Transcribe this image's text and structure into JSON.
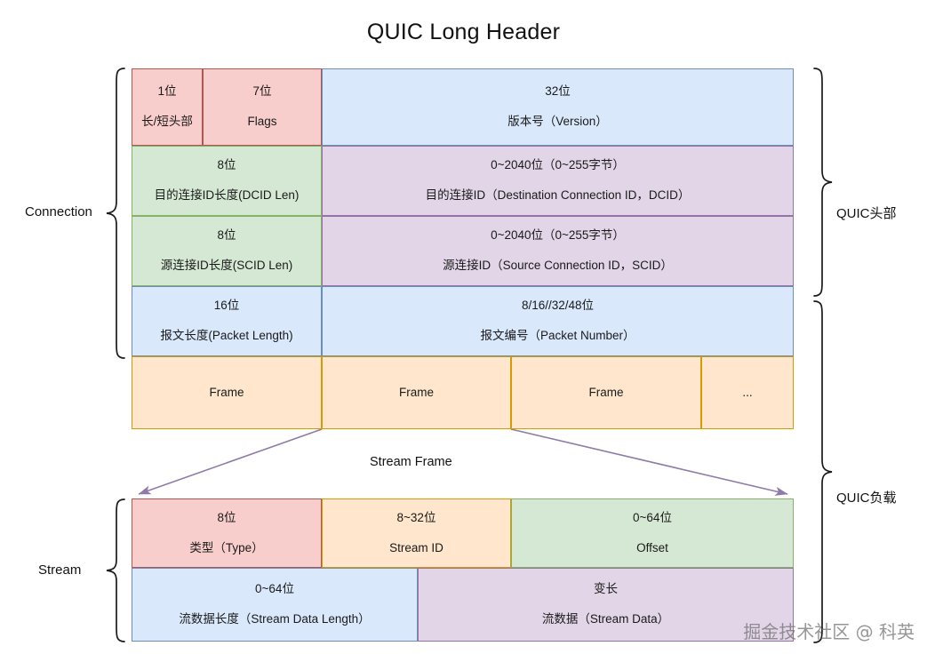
{
  "title": "QUIC Long Header",
  "colors": {
    "red_fill": "#f8cecc",
    "red_stroke": "#b85450",
    "green_fill": "#d5e8d4",
    "green_stroke": "#82b366",
    "blue_fill": "#dae8fc",
    "blue_stroke": "#6c8ebf",
    "purple_fill": "#e1d5e7",
    "purple_stroke": "#9673a6",
    "orange_fill": "#ffe6cc",
    "orange_stroke": "#d79b00",
    "arrow": "#8f7aa8",
    "brace": "#1a1a1a"
  },
  "header_table": {
    "rows": [
      {
        "cells": [
          {
            "bits": "1位",
            "label": "长/短头部",
            "color": "red"
          },
          {
            "bits": "7位",
            "label": "Flags",
            "color": "red"
          },
          {
            "bits": "32位",
            "label": "版本号（Version）",
            "color": "blue"
          }
        ]
      },
      {
        "cells": [
          {
            "bits": "8位",
            "label": "目的连接ID长度(DCID Len)",
            "color": "green"
          },
          {
            "bits": "0~2040位（0~255字节）",
            "label": "目的连接ID（Destination Connection ID，DCID）",
            "color": "purple"
          }
        ]
      },
      {
        "cells": [
          {
            "bits": "8位",
            "label": "源连接ID长度(SCID Len)",
            "color": "green"
          },
          {
            "bits": "0~2040位（0~255字节）",
            "label": "源连接ID（Source Connection ID，SCID）",
            "color": "purple"
          }
        ]
      },
      {
        "cells": [
          {
            "bits": "16位",
            "label": "报文长度(Packet Length)",
            "color": "blue"
          },
          {
            "bits": "8/16//32/48位",
            "label": "报文编号（Packet Number）",
            "color": "blue"
          }
        ]
      },
      {
        "cells": [
          {
            "bits": "",
            "label": "Frame",
            "color": "orange"
          },
          {
            "bits": "",
            "label": "Frame",
            "color": "orange"
          },
          {
            "bits": "",
            "label": "Frame",
            "color": "orange"
          },
          {
            "bits": "",
            "label": "...",
            "color": "orange"
          }
        ]
      }
    ]
  },
  "stream_table": {
    "rows": [
      {
        "cells": [
          {
            "bits": "8位",
            "label": "类型（Type）",
            "color": "red"
          },
          {
            "bits": "8~32位",
            "label": "Stream ID",
            "color": "orange"
          },
          {
            "bits": "0~64位",
            "label": "Offset",
            "color": "green"
          }
        ]
      },
      {
        "cells": [
          {
            "bits": "0~64位",
            "label": "流数据长度（Stream Data Length）",
            "color": "blue"
          },
          {
            "bits": "变长",
            "label": "流数据（Stream Data）",
            "color": "purple"
          }
        ]
      }
    ]
  },
  "braces": {
    "left": [
      {
        "label": "Connection"
      },
      {
        "label": "Stream"
      }
    ],
    "right": [
      {
        "label": "QUIC头部"
      },
      {
        "label": "QUIC负载"
      }
    ]
  },
  "captions": {
    "stream_frame": "Stream Frame"
  },
  "watermark": "掘金技术社区 @ 科英"
}
